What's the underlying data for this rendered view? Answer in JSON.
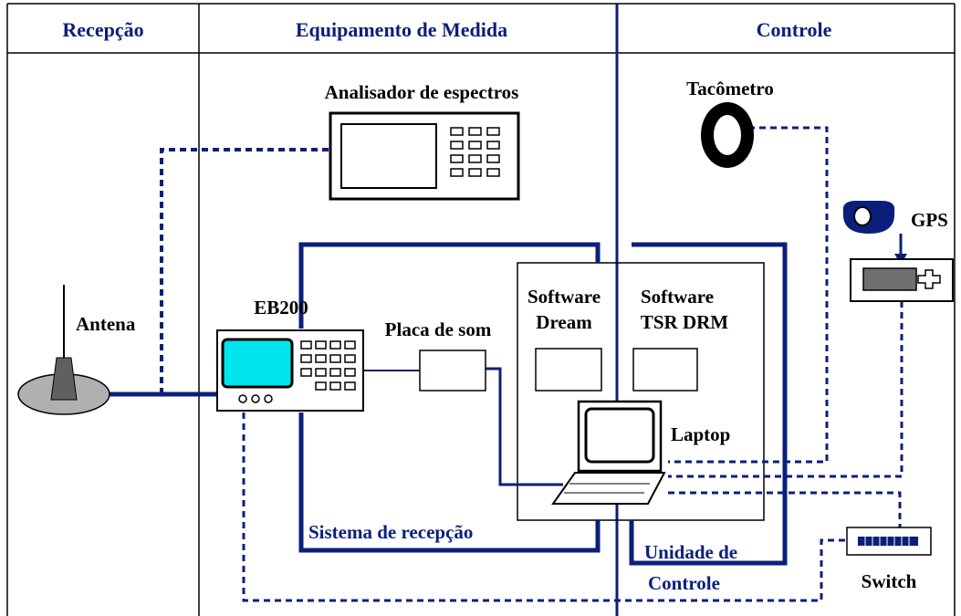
{
  "sections": {
    "reception": "Recepção",
    "measurement": "Equipamento de Medida",
    "control": "Controle"
  },
  "labels": {
    "spectrum_analyzer": "Analisador de espectros",
    "tachometer": "Tacômetro",
    "gps": "GPS",
    "antenna": "Antena",
    "eb200": "EB200",
    "sound_card": "Placa de som",
    "software_dream_line1": "Software",
    "software_dream_line2": "Dream",
    "software_tsr_line1": "Software",
    "software_tsr_line2": "TSR DRM",
    "laptop": "Laptop",
    "reception_system": "Sistema de recepção",
    "control_unit_line1": "Unidade de",
    "control_unit_line2": "Controle",
    "switch": "Switch"
  },
  "colors": {
    "line_blue": "#0b1f7a",
    "screen_cyan": "#00e5ee",
    "antenna_gray": "#b0b0b0",
    "gps_device_gray": "#707070"
  }
}
